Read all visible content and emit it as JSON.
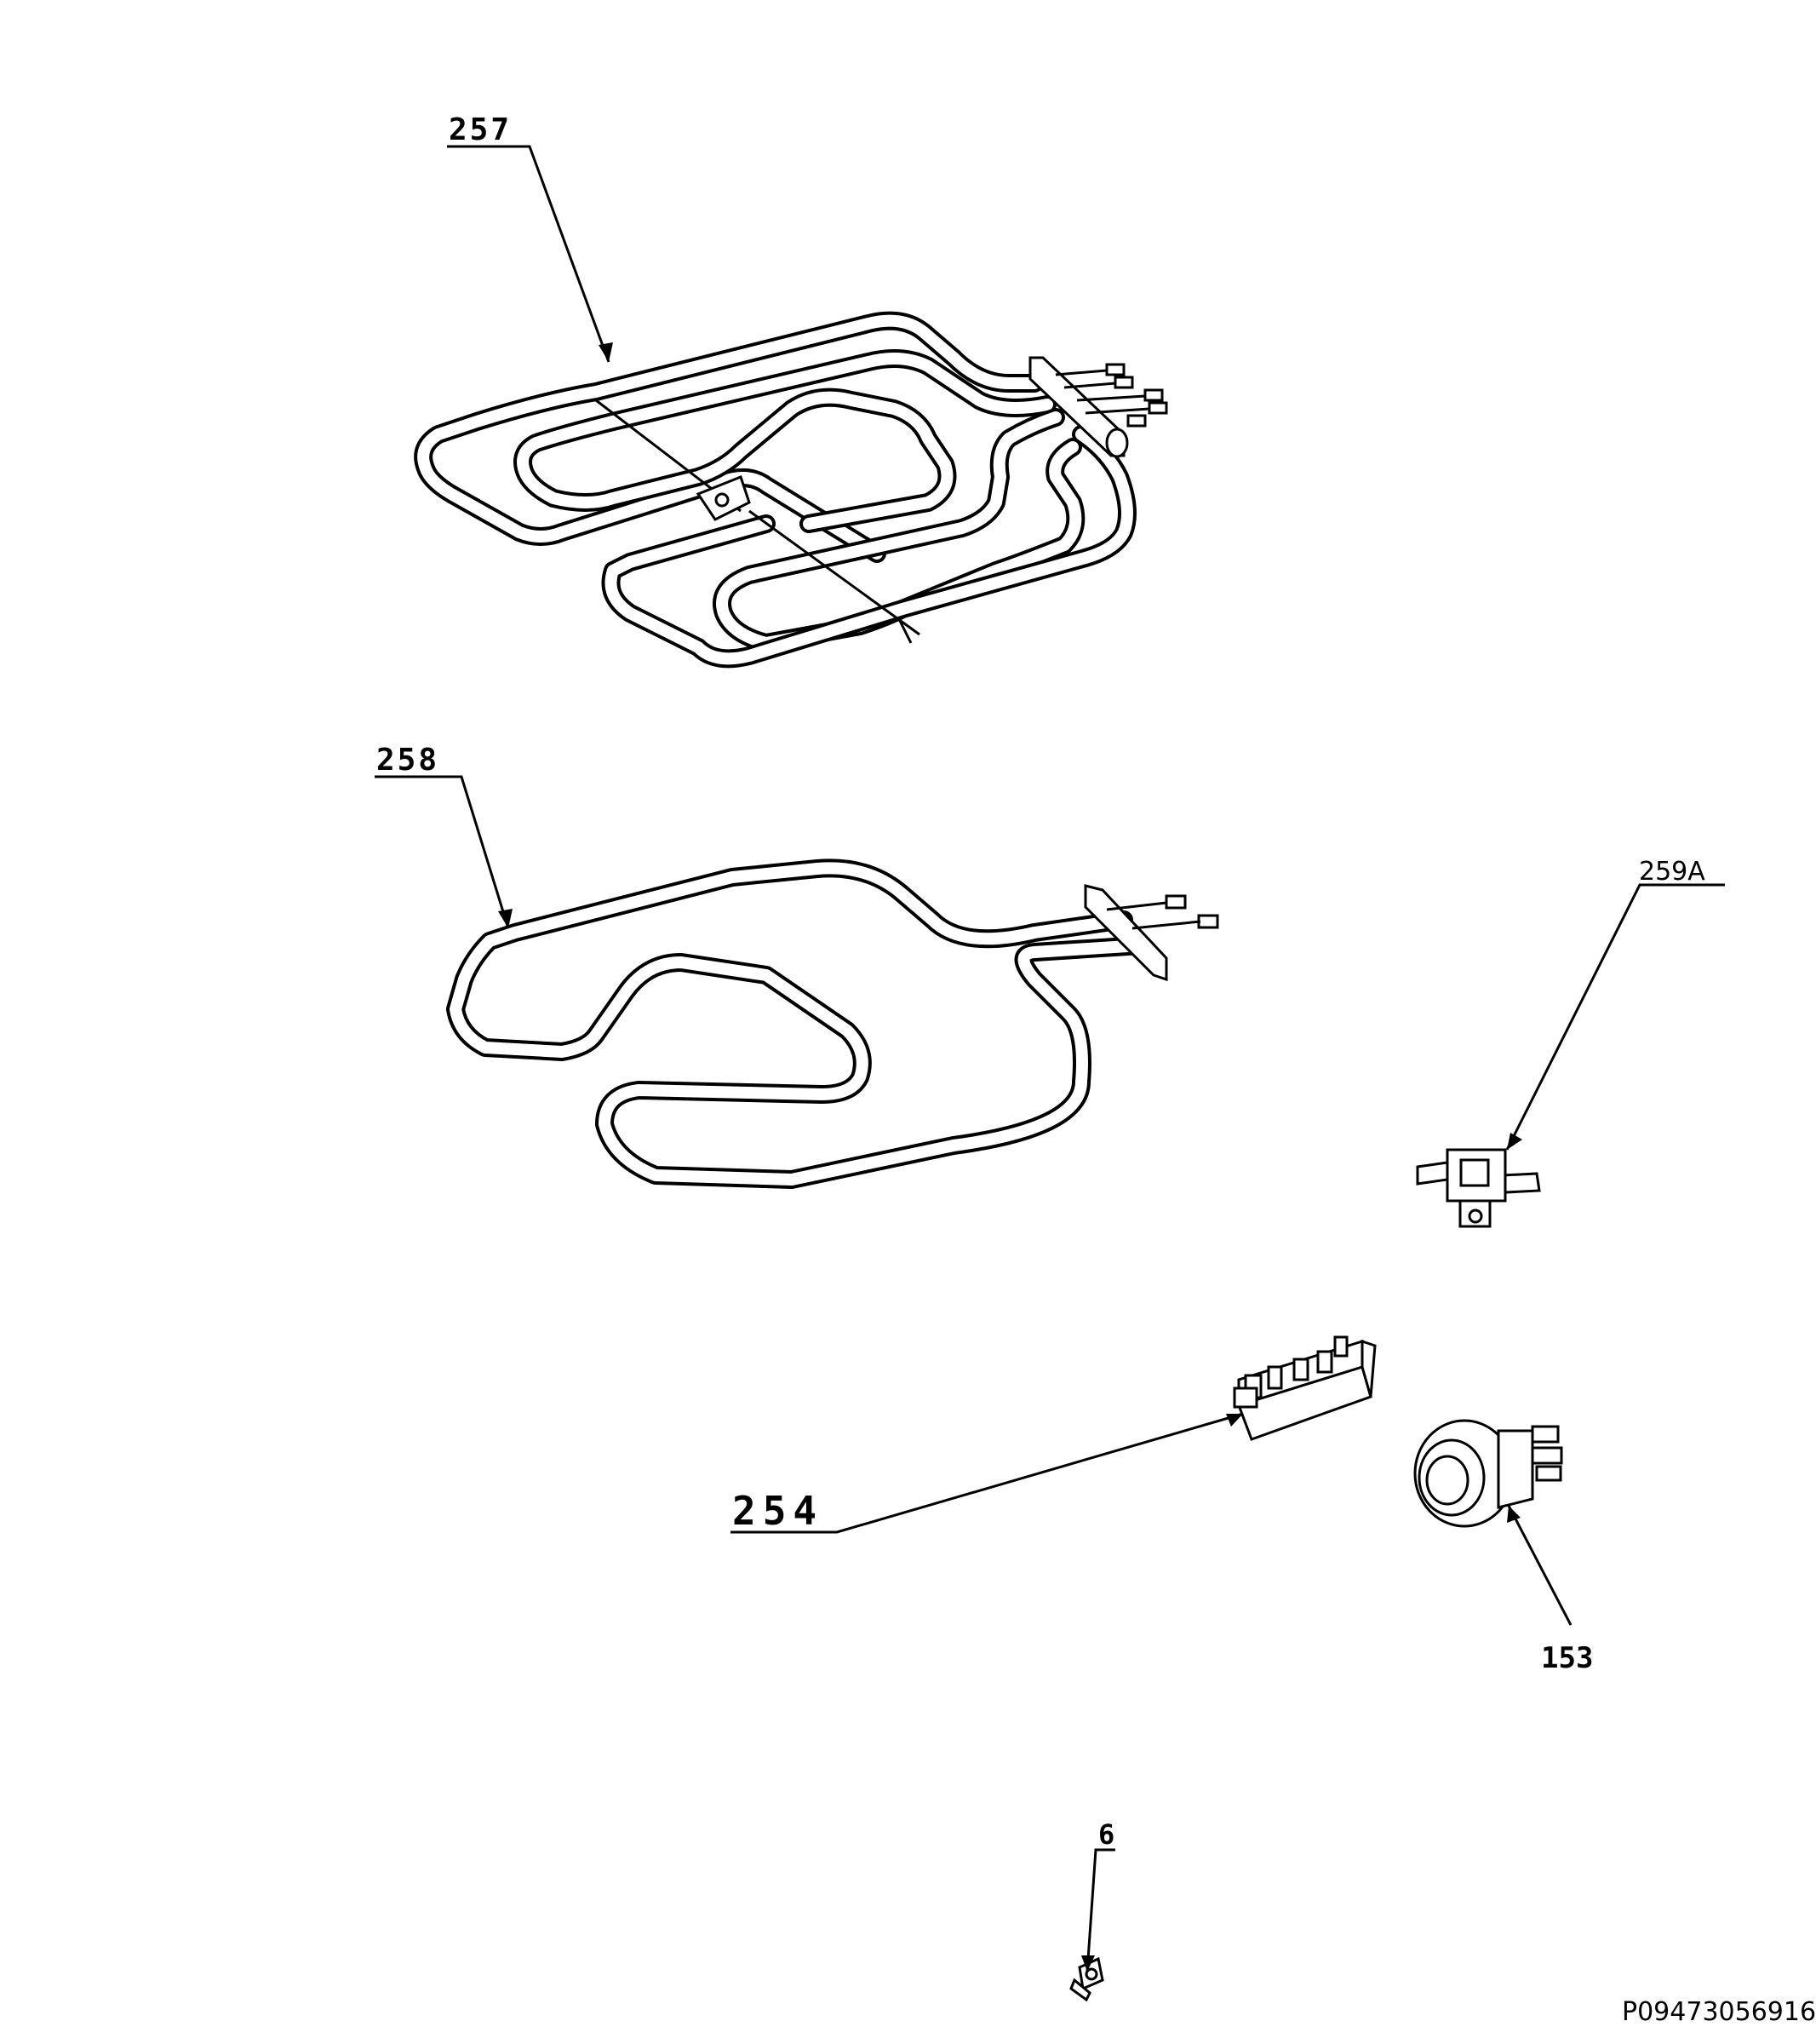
{
  "callouts": {
    "c257": "257",
    "c258": "258",
    "c259a": "259A",
    "c254": "254",
    "c153": "153",
    "c6": "6"
  },
  "document_id": "P09473056916"
}
